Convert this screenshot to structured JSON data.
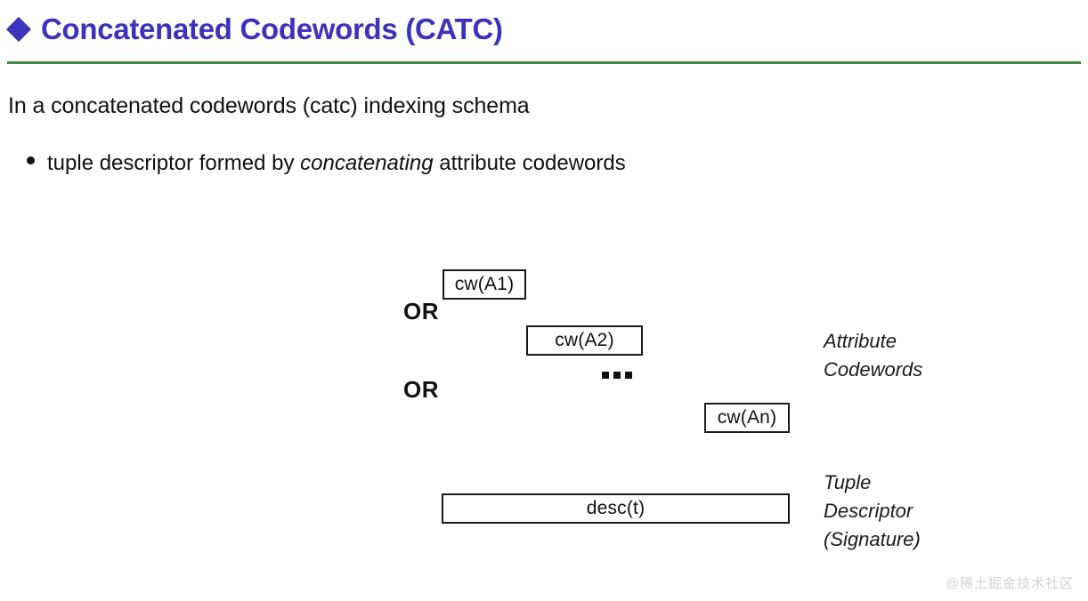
{
  "slide": {
    "title": "Concatenated Codewords (CATC)",
    "title_bullet_icon": "diamond-cluster-icon",
    "title_color": "#3b33bb",
    "rule_color": "#3d8a43",
    "intro": "In a concatenated codewords (catc) indexing schema",
    "bullet": {
      "icon": "bullet-dot-icon",
      "text_before": "tuple descriptor formed by ",
      "emphasis": "concatenating",
      "text_after": " attribute codewords"
    }
  },
  "diagram": {
    "boxes": [
      {
        "id": "cw-a1",
        "label": "cw(A1)"
      },
      {
        "id": "cw-a2",
        "label": "cw(A2)"
      },
      {
        "id": "cw-an",
        "label": "cw(An)"
      },
      {
        "id": "desc-t",
        "label": "desc(t)"
      }
    ],
    "operators": [
      {
        "label": "OR"
      },
      {
        "label": "OR"
      }
    ],
    "ellipsis": "...",
    "annotations": [
      {
        "id": "attribute-codewords",
        "label": "Attribute\nCodewords"
      },
      {
        "id": "tuple-descriptor",
        "label": "Tuple\nDescriptor\n(Signature)"
      }
    ]
  },
  "watermark": {
    "text": "@稀土掘金技术社区"
  }
}
